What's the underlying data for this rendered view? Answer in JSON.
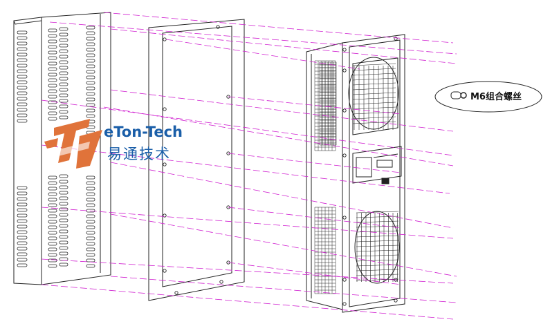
{
  "logo": {
    "name": "eTon-Tech",
    "chinese": "易通技术",
    "mark_color": "#e0733a",
    "text_color": "#1a5ea8"
  },
  "callout": {
    "label": "M6组合螺丝",
    "icon": "screw-icon"
  },
  "colors": {
    "line": "#222222",
    "guide": "#d020d0",
    "background": "#ffffff"
  },
  "parts": [
    {
      "name": "cover-panel",
      "icon": "vented-cover-icon"
    },
    {
      "name": "gasket-frame",
      "icon": "gasket-icon"
    },
    {
      "name": "ac-unit",
      "icon": "cabinet-ac-icon"
    }
  ]
}
